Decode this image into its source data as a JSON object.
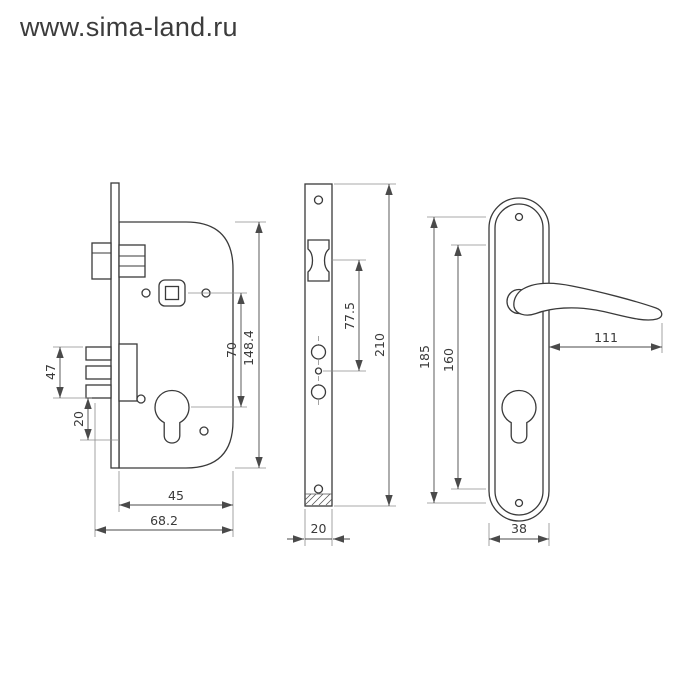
{
  "watermark": "www.sima-land.ru",
  "lock_body_view": {
    "dim_total_height": "148.4",
    "dim_follower_to_cylinder": "70",
    "dim_deadbolt_height": "47",
    "dim_deadbolt_to_cylinder": "20",
    "dim_case_depth": "45",
    "dim_total_depth": "68.2"
  },
  "faceplate_view": {
    "dim_latch_to_hole": "77.5",
    "dim_plate_length": "210",
    "dim_plate_width": "20"
  },
  "handle_plate_view": {
    "dim_plate_span": "185",
    "dim_inner_span": "160",
    "dim_handle_length": "111",
    "dim_plate_width": "38"
  }
}
